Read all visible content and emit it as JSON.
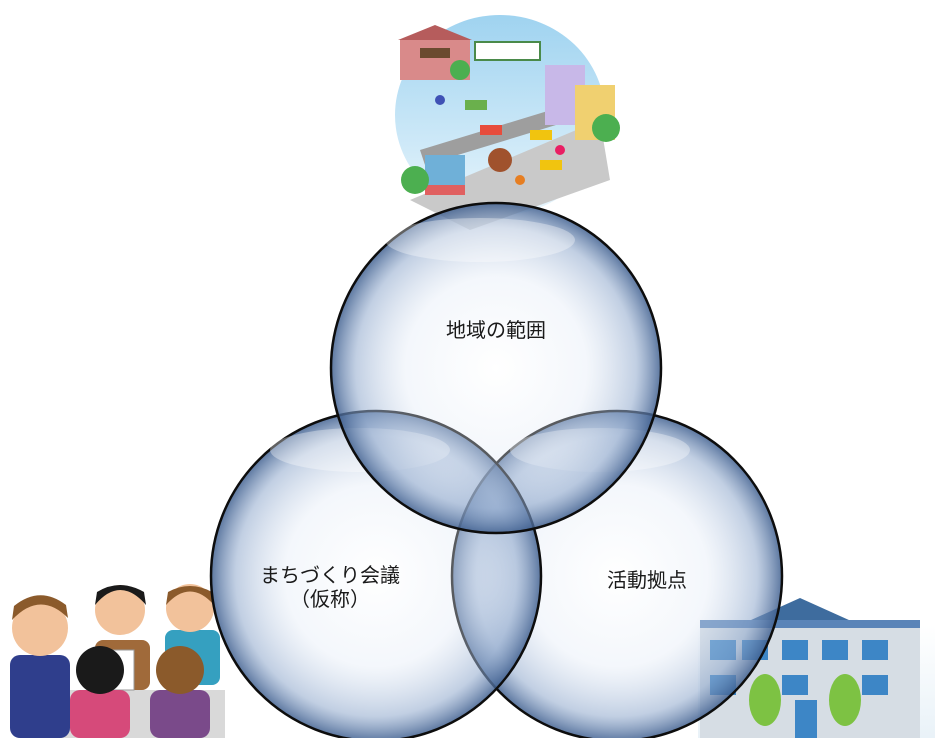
{
  "diagram": {
    "circles": [
      {
        "id": "top",
        "label_lines": [
          "地域の範囲"
        ]
      },
      {
        "id": "left",
        "label_lines": [
          "まちづくり会議",
          "（仮称）"
        ]
      },
      {
        "id": "right",
        "label_lines": [
          "活動拠点"
        ]
      }
    ]
  },
  "colors": {
    "sphere_light": "#eef3fb",
    "sphere_mid": "#a9bedb",
    "sphere_dark": "#3f5f8f",
    "outline": "#0d0d0d"
  },
  "illustrations": {
    "top": "town-illustration",
    "left": "meeting-people-illustration",
    "right": "school-building-illustration"
  }
}
